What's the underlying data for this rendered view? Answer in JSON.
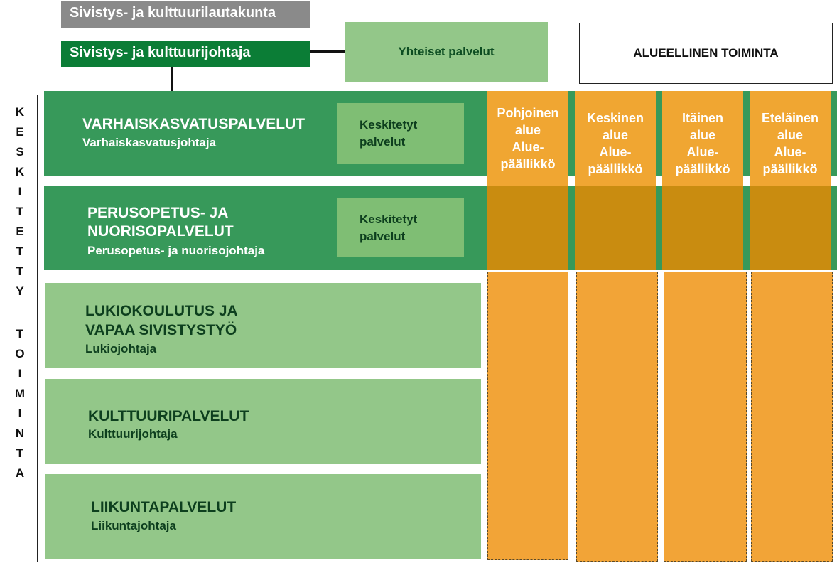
{
  "header": {
    "board": "Sivistys- ja kulttuurilautakunta",
    "director": "Sivistys- ja kulttuurijohtaja",
    "shared_services": "Yhteiset palvelut",
    "regional_operations": "ALUEELLINEN TOIMINTA"
  },
  "left_label": {
    "word1": [
      "K",
      "E",
      "S",
      "K",
      "I",
      "T",
      "E",
      "T",
      "T",
      "Y"
    ],
    "word2": [
      "T",
      "O",
      "I",
      "M",
      "I",
      "N",
      "T",
      "A"
    ]
  },
  "rows": [
    {
      "title": "VARHAISKASVATUSPALVELUT",
      "subtitle": "Varhaiskasvatusjohtaja",
      "central": [
        "Keskitetyt",
        "palvelut"
      ]
    },
    {
      "title_lines": [
        "PERUSOPETUS-  JA",
        "NUORISOPALVELUT"
      ],
      "subtitle": "Perusopetus- ja nuorisojohtaja",
      "central": [
        "Keskitetyt",
        "palvelut"
      ]
    },
    {
      "title_lines": [
        "LUKIOKOULUTUS JA",
        "VAPAA SIVISTYSTYÖ"
      ],
      "subtitle": "Lukiojohtaja"
    },
    {
      "title": "KULTTUURIPALVELUT",
      "subtitle": "Kulttuurijohtaja"
    },
    {
      "title": "LIIKUNTAPALVELUT",
      "subtitle": "Liikuntajohtaja"
    }
  ],
  "regions": [
    {
      "lines": [
        "Pohjoinen",
        "alue",
        "Alue-",
        "päällikkö"
      ]
    },
    {
      "lines": [
        "Keskinen",
        "alue",
        "Alue-",
        "päällikkö"
      ]
    },
    {
      "lines": [
        "Itäinen",
        "alue",
        "Alue-",
        "päällikkö"
      ]
    },
    {
      "lines": [
        "Eteläinen",
        "alue",
        "Alue-",
        "päällikkö"
      ]
    }
  ],
  "colors": {
    "gray_box": "#8a8a8a",
    "dark_green": "#0b7d36",
    "band_green": "#37995a",
    "light_green": "#93c789",
    "region_orange": "#f0a632",
    "region_dark": "#c98c10"
  }
}
